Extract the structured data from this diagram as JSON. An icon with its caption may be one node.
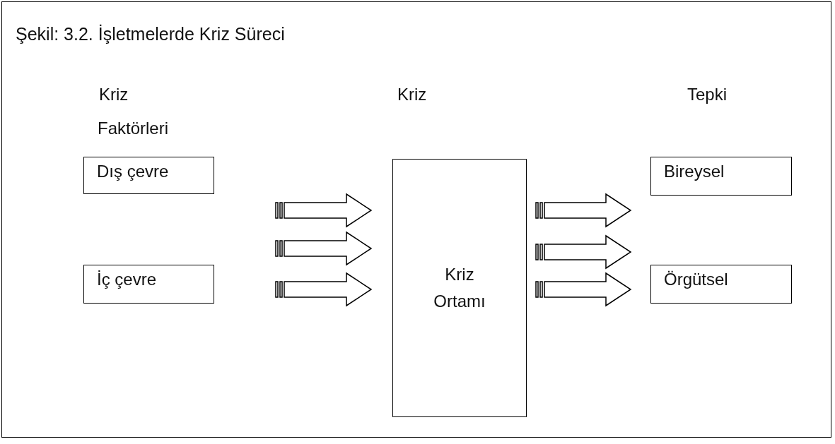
{
  "diagram": {
    "title": "Şekil: 3.2. İşletmelerde Kriz Süreci",
    "nodes": [
      {
        "text": [
          "Dış çevre"
        ]
      },
      {
        "text": [
          "Kriz Ortamı"
        ]
      },
      {
        "text": [
          "Bireysel"
        ]
      },
      {
        "text": [
          "İç çevre"
        ]
      },
      {
        "text": [
          "Örgütsel"
        ]
      }
    ],
    "edges": [
      {
        "from": 0,
        "to": 1,
        "arrow": "to"
      },
      {
        "from": null,
        "to": 1,
        "arrow": "to"
      },
      {
        "from": 3,
        "to": 1,
        "arrow": "to"
      },
      {
        "from": 1,
        "to": 2,
        "arrow": "to"
      },
      {
        "from": 1,
        "to": null,
        "arrow": "to"
      },
      {
        "from": 1,
        "to": 4,
        "arrow": "to"
      }
    ],
    "labels": [
      "Kriz",
      "Faktörleri",
      "Kriz",
      "Tepki"
    ]
  }
}
